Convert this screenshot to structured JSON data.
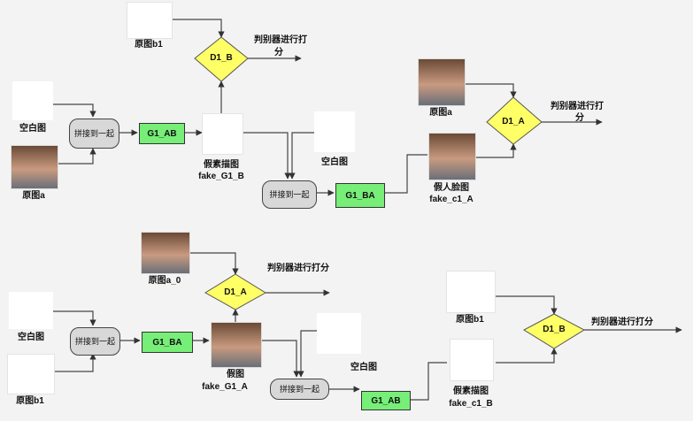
{
  "top": {
    "orig_b1": "原图b1",
    "d1b": "D1_B",
    "judge_b": "判别器进行打",
    "judge_b2": "分",
    "blank1": "空白图",
    "orig_a": "原图a",
    "concat1_l1": "拼接到一",
    "concat1_l2": "起",
    "g1ab": "G1_AB",
    "fake_sketch_l1": "假素描图",
    "fake_sketch_l2": "fake_G1_B",
    "blank2": "空白图",
    "concat2_l1": "拼接到一",
    "concat2_l2": "起",
    "g1ba": "G1_BA",
    "fake_face_l1": "假人脸图",
    "fake_face_l2": "fake_c1_A",
    "orig_a_right": "原图a",
    "d1a": "D1_A",
    "judge_a": "判别器进行打",
    "judge_a2": "分"
  },
  "bottom": {
    "orig_a0": "原图a_0",
    "d1a": "D1_A",
    "judge_a": "判别器进行打分",
    "blank1": "空白图",
    "orig_b1": "原图b1",
    "concat1_l1": "拼接到一",
    "concat1_l2": "起",
    "g1ba": "G1_BA",
    "fake_l1": "假",
    "fake_l2": "图",
    "fake_l3": "fake_G1_A",
    "blank2": "空白图",
    "concat2": "拼接到一起",
    "g1ab": "G1_AB",
    "fake_sketch_l1": "假素描图",
    "fake_sketch_l2": "fake_c1_B",
    "orig_b1_right": "原图b1",
    "d1b": "D1_B",
    "judge_b": "判别器进行打分"
  }
}
